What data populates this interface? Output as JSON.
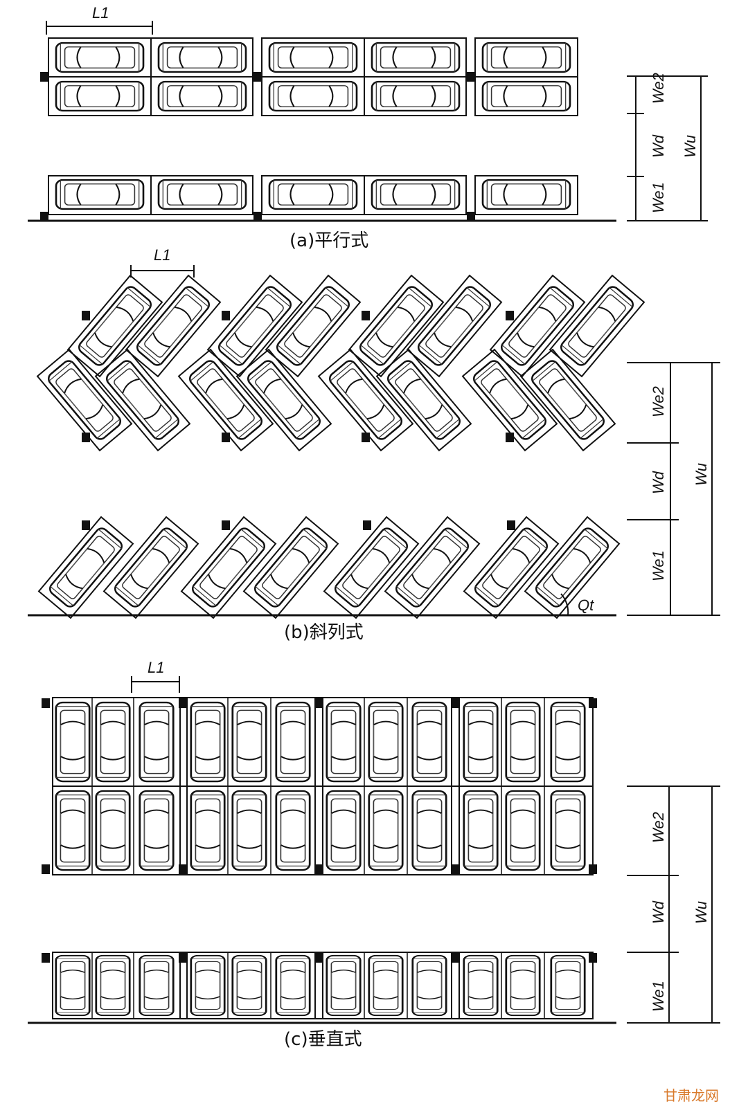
{
  "diagram": {
    "sections": [
      {
        "id": "a",
        "caption": "(a)平行式",
        "stall_label": "L1",
        "dimension_labels": {
          "we2": "We2",
          "wd": "Wd",
          "wu": "Wu",
          "we1": "We1"
        }
      },
      {
        "id": "b",
        "caption": "(b)斜列式",
        "stall_label": "L1",
        "angle_label": "Qt",
        "dimension_labels": {
          "we2": "We2",
          "wd": "Wd",
          "wu": "Wu",
          "we1": "We1"
        }
      },
      {
        "id": "c",
        "caption": "(c)垂直式",
        "stall_label": "L1",
        "dimension_labels": {
          "we2": "We2",
          "wd": "Wd",
          "wu": "Wu",
          "we1": "We1"
        }
      }
    ],
    "watermark": "甘肃龙网"
  },
  "colors": {
    "line": "#111111",
    "stroke_light": "#333333",
    "watermark": "#d97a2b"
  }
}
